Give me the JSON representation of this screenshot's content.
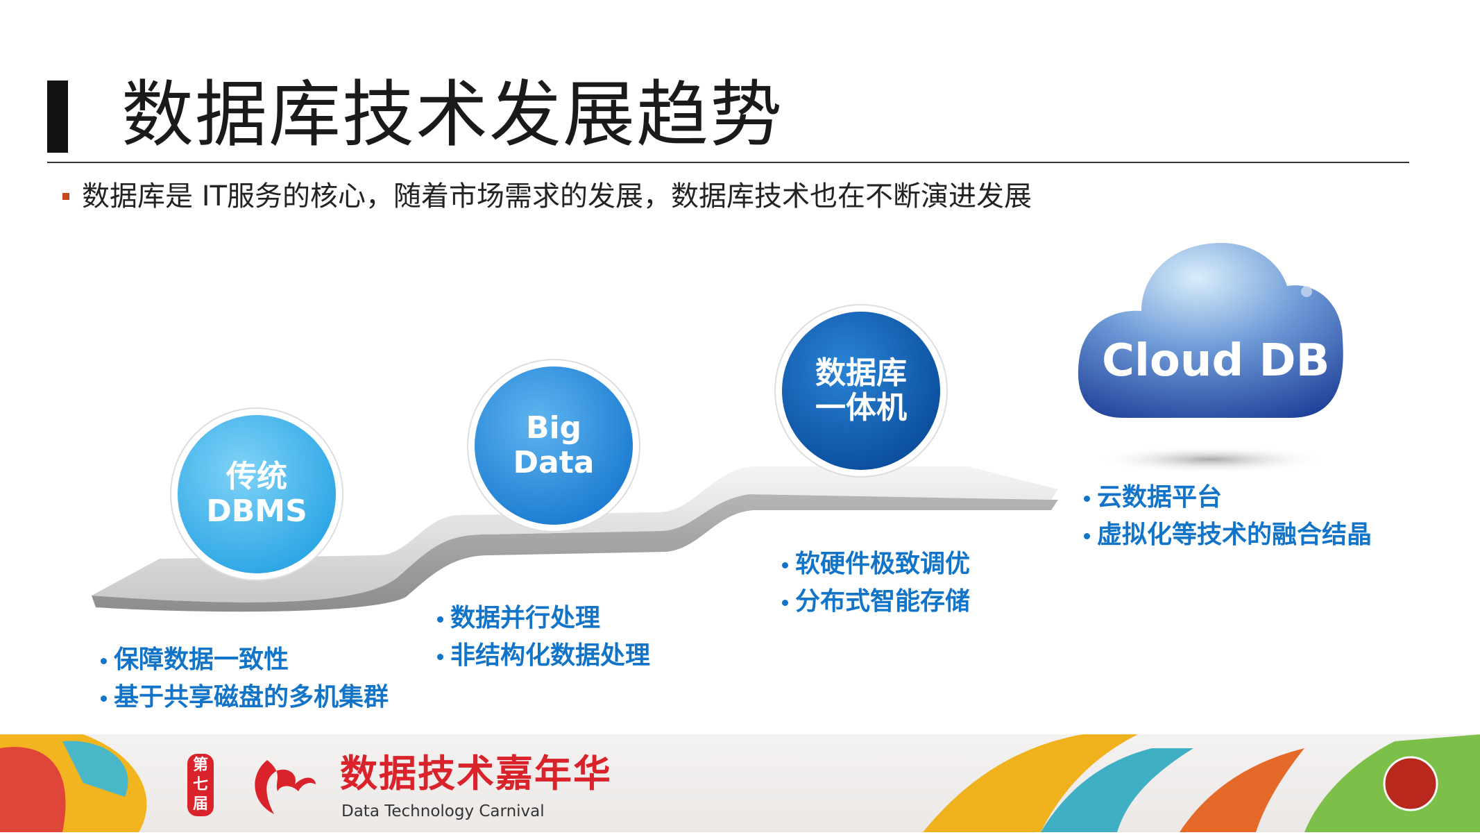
{
  "title": "数据库技术发展趋势",
  "subtitle": "数据库是 IT服务的核心，随着市场需求的发展，数据库技术也在不断演进发展",
  "stages": [
    {
      "label_line1": "传统",
      "label_line2": "DBMS",
      "color": "#3fb4ea",
      "bullets": [
        "保障数据一致性",
        "基于共享磁盘的多机集群"
      ]
    },
    {
      "label_line1": "Big",
      "label_line2": "Data",
      "color": "#2a8ee0",
      "bullets": [
        "数据并行处理",
        "非结构化数据处理"
      ]
    },
    {
      "label_line1": "数据库",
      "label_line2": "一体机",
      "color": "#0d5fb8",
      "bullets": [
        "软硬件极致调优",
        "分布式智能存储"
      ]
    },
    {
      "label": "Cloud DB",
      "color": "#2f56b0",
      "bullets": [
        "云数据平台",
        "虚拟化等技术的融合结晶"
      ]
    }
  ],
  "footer": {
    "edition": "第七届",
    "name_cn": "数据技术嘉年华",
    "name_en": "Data Technology Carnival",
    "brand_color": "#d9222a"
  }
}
